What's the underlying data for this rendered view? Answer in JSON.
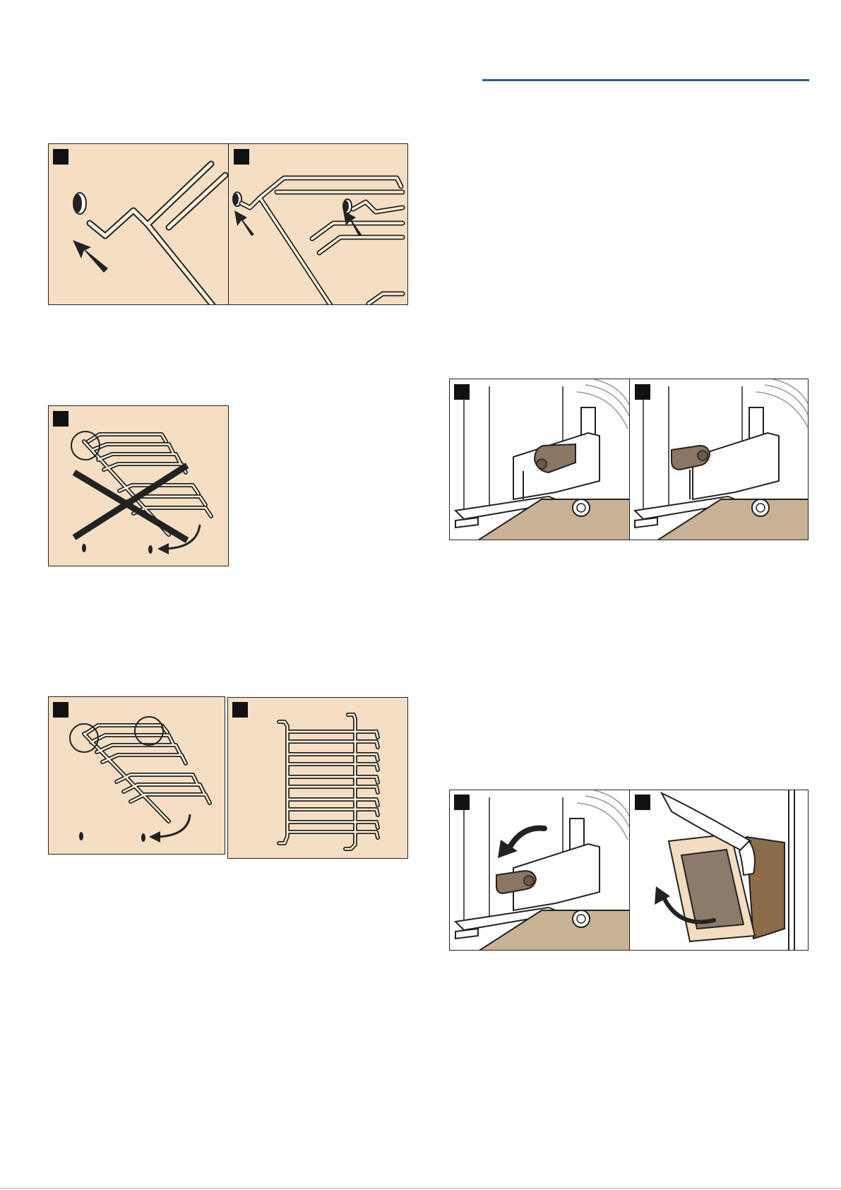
{
  "page": {
    "colors": {
      "accent_rule": "#2f5b8c",
      "figure_background": "#f5dfc4",
      "plain_background": "#ffffff",
      "line": "#222222",
      "wire_fill": "#fbf2dc",
      "hinge_lever": "#8a7663",
      "floor_shade": "#c9b196",
      "door_glass": "#8c7b6b"
    },
    "figures": [
      {
        "id": "fig-rack-hook-in",
        "panels": [
          {
            "step": ""
          },
          {
            "step": ""
          }
        ],
        "icons": [
          "hook-arrow-icon",
          "hook-arrow-icon"
        ]
      },
      {
        "id": "fig-rack-wrong",
        "panels": [
          {
            "step": ""
          }
        ],
        "icons": [
          "cross-mark-icon",
          "curved-arrow-icon"
        ]
      },
      {
        "id": "fig-rack-correct",
        "panels": [
          {
            "step": ""
          },
          {
            "step": ""
          }
        ],
        "icons": [
          "curved-arrow-icon"
        ]
      },
      {
        "id": "fig-hinge-lever",
        "panels": [
          {
            "step": ""
          },
          {
            "step": ""
          }
        ],
        "icons": []
      },
      {
        "id": "fig-door-remove",
        "panels": [
          {
            "step": ""
          },
          {
            "step": ""
          }
        ],
        "icons": [
          "curved-arrow-icon",
          "curved-arrow-icon"
        ]
      }
    ]
  }
}
